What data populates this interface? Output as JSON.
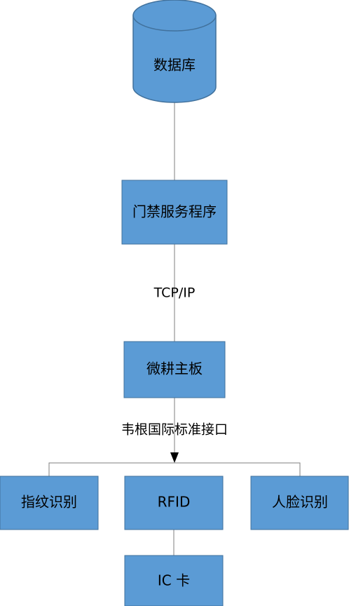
{
  "colors": {
    "node_fill": "#5b9bd5",
    "node_stroke": "#41719c",
    "connector": "#7f7f7f",
    "background": "#ffffff"
  },
  "nodes": {
    "database": "数据库",
    "access_service": "门禁服务程序",
    "mainboard": "微耕主板",
    "fingerprint": "指纹识别",
    "rfid": "RFID",
    "face": "人脸识别",
    "ic_card": "IC 卡"
  },
  "edges": {
    "tcp_ip": "TCP/IP",
    "wiegand": "韦根国际标准接口"
  }
}
